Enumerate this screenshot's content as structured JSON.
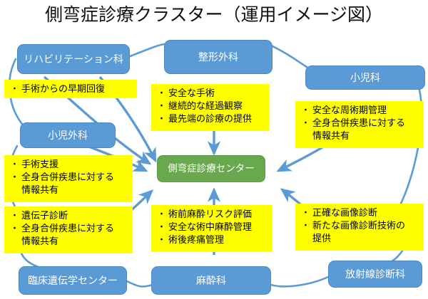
{
  "title": "側弯症診療クラスター（運用イメージ図）",
  "colors": {
    "department_box": "#5B9BD5",
    "center_box": "#6AA84F",
    "note_box": "#FFFF00",
    "connector": "#5B9BD5",
    "background": "#FFFFFF",
    "title_text": "#101010"
  },
  "center": {
    "label": "側弯症診療センター"
  },
  "departments": [
    {
      "id": "rehab",
      "label": "リハビリテーション科"
    },
    {
      "id": "orthopedics",
      "label": "整形外科"
    },
    {
      "id": "pediatrics",
      "label": "小児科"
    },
    {
      "id": "pediatric-surgery",
      "label": "小児外科"
    },
    {
      "id": "clinical-genetics",
      "label": "臨床遺伝学センター"
    },
    {
      "id": "anesthesiology",
      "label": "麻酔科"
    },
    {
      "id": "radiology",
      "label": "放射線診断科"
    }
  ],
  "notes": [
    {
      "id": "rehab-note",
      "owner": "リハビリテーション科",
      "bullet": "・",
      "items": [
        "手術からの早期回復"
      ]
    },
    {
      "id": "orthopedics-note",
      "owner": "整形外科",
      "bullet": "・",
      "items": [
        "安全な手術",
        "継続的な経過観察",
        "最先端の診療の提供"
      ]
    },
    {
      "id": "pediatrics-note",
      "owner": "小児科",
      "bullet": "・",
      "items": [
        "安全な周術期管理",
        "全身合併疾患に対する"
      ],
      "continuation": "情報共有"
    },
    {
      "id": "pediatric-surgery-note",
      "owner": "小児外科",
      "bullet": "・",
      "items": [
        "手術支援",
        "全身合併疾患に対する"
      ],
      "continuation": "情報共有"
    },
    {
      "id": "clinical-genetics-note",
      "owner": "臨床遺伝学センター",
      "bullet": "・",
      "items": [
        "遺伝子診断",
        "全身合併疾患に対する"
      ],
      "continuation": "情報共有"
    },
    {
      "id": "anesthesiology-note",
      "owner": "麻酔科",
      "bullet": "・",
      "items": [
        "術前麻酔リスク評価",
        "安全な術中麻酔管理",
        "術後疼痛管理"
      ]
    },
    {
      "id": "radiology-note",
      "owner": "放射線診断科",
      "bullet": "・",
      "items": [
        "正確な画像診断",
        "新たな画像診断技術の"
      ],
      "continuation": "提供"
    }
  ]
}
